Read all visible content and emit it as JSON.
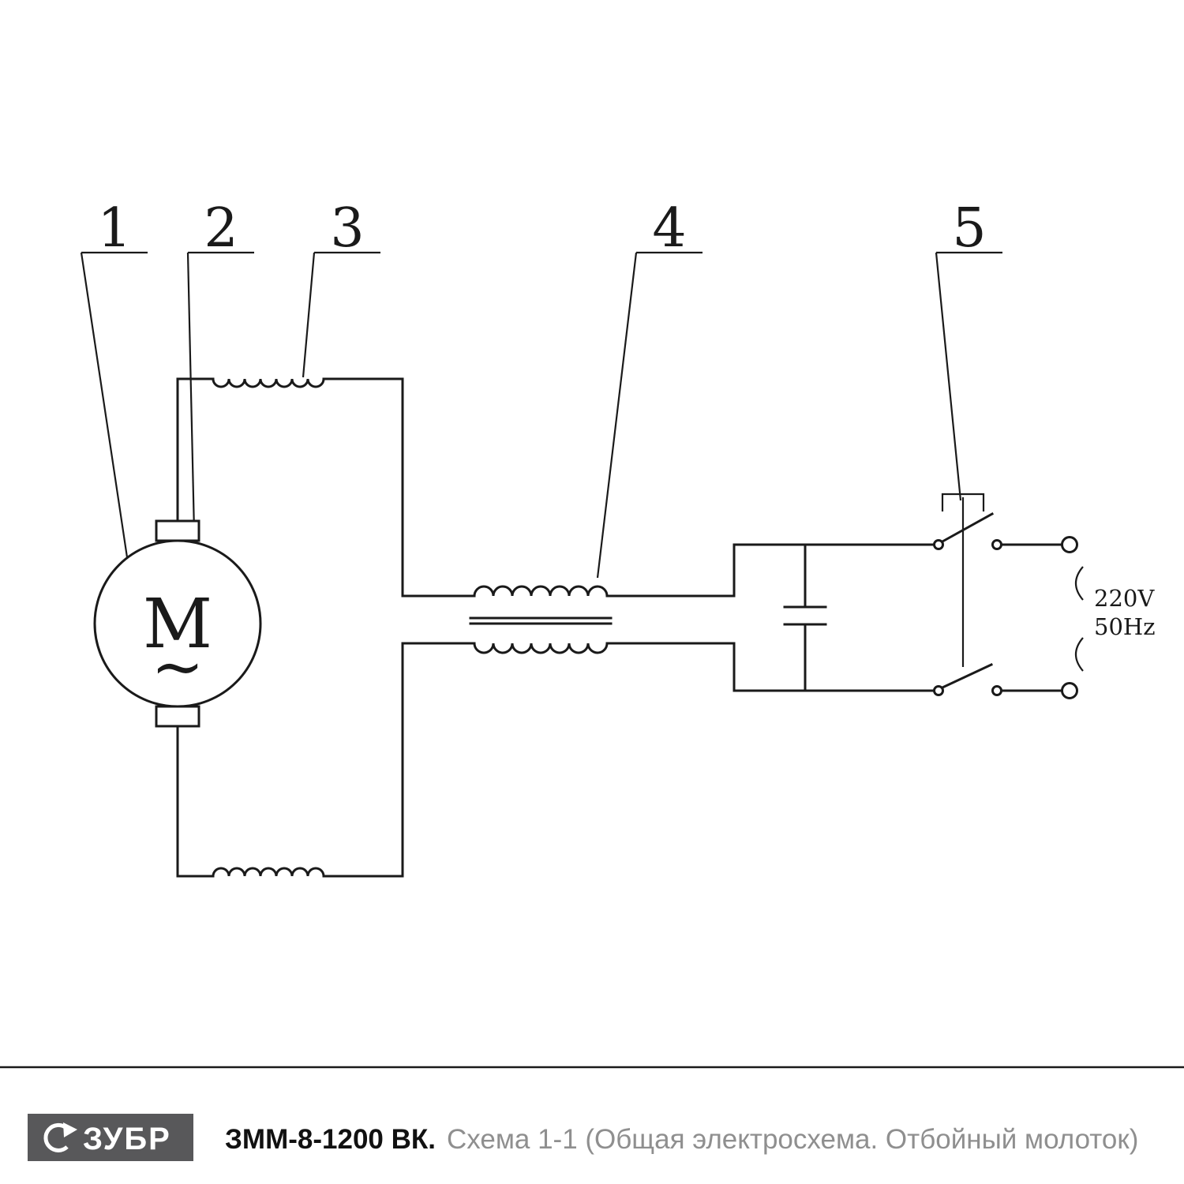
{
  "diagram": {
    "callouts": [
      "1",
      "2",
      "3",
      "4",
      "5"
    ],
    "motor": {
      "letter": "M",
      "ac_mark": "~"
    },
    "supply": {
      "voltage": "220V",
      "frequency": "50Hz"
    }
  },
  "footer": {
    "brand": "ЗУБР",
    "model": "ЗММ-8-1200 ВК.",
    "caption": "Схема 1-1 (Общая электросхема. Отбойный молоток)"
  },
  "colors": {
    "line": "#1a1a1a",
    "footer_bg": "#58585a",
    "caption_text": "#8f8f8f"
  }
}
